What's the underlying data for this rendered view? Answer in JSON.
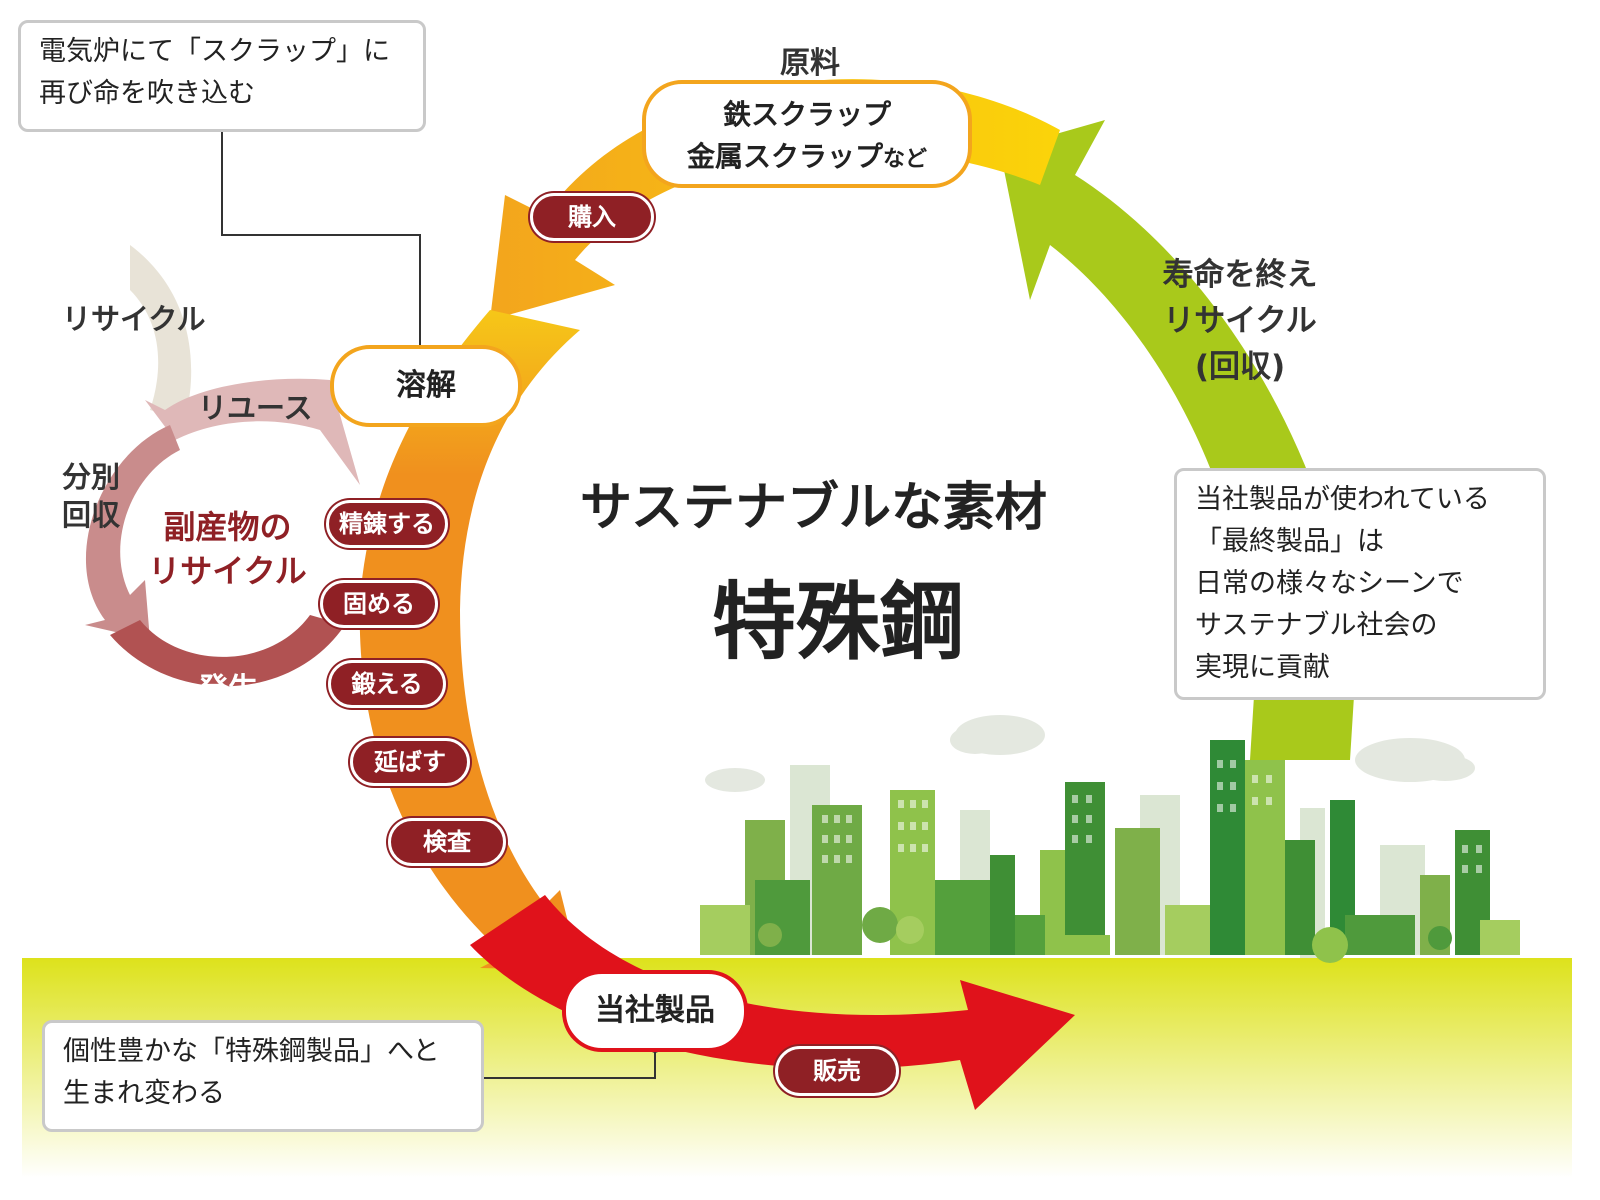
{
  "top_left_note": {
    "line1": "電気炉にて「スクラップ」に",
    "line2": "再び命を吹き込む"
  },
  "raw_material": {
    "heading": "原料",
    "line1": "鉄スクラップ",
    "line2_main": "金属スクラップ",
    "line2_suffix": "など"
  },
  "process": {
    "purchase": "購入",
    "melting": "溶解",
    "steps": [
      "精錬する",
      "固める",
      "鍛える",
      "延ばす",
      "検査"
    ],
    "product": "当社製品",
    "sales": "販売"
  },
  "recycle_return": {
    "line1": "寿命を終え",
    "line2": "リサイクル",
    "line3": "(回収)"
  },
  "center": {
    "subtitle": "サステナブルな素材",
    "title": "特殊鋼"
  },
  "right_note": {
    "lines": [
      "当社製品が使われている",
      "「最終製品」は",
      "日常の様々なシーンで",
      "サステナブル社会の",
      "実現に貢献"
    ]
  },
  "byproduct": {
    "center_line1": "副産物の",
    "center_line2": "リサイクル",
    "recycle": "リサイクル",
    "reuse": "リユース",
    "sort_line1": "分別",
    "sort_line2": "回収",
    "generate": "発生"
  },
  "bottom_note": {
    "line1": "個性豊かな「特殊鋼製品」へと",
    "line2": "生まれ変わる"
  },
  "colors": {
    "yellow": "#f6c718",
    "orange": "#f0901e",
    "red": "#e0121b",
    "green": "#a9c91b",
    "dark_red": "#8f2025",
    "pink": "#c98c8c",
    "ground": "#dde21b"
  }
}
